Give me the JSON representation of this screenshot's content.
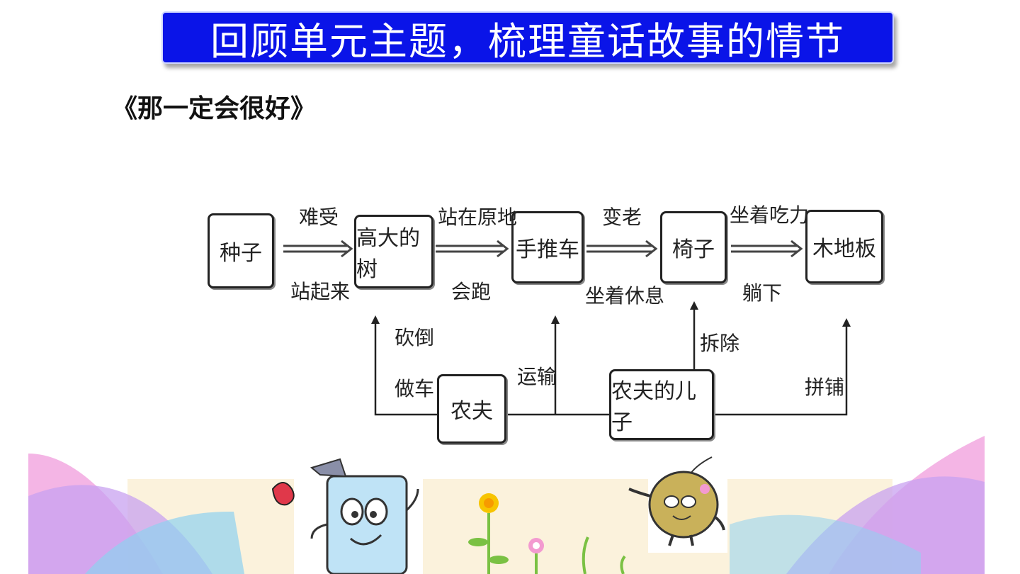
{
  "title": "回顾单元主题，梳理童话故事的情节",
  "subtitle": "《那一定会很好》",
  "diagram": {
    "nodes": {
      "seed": "种子",
      "tree": "高大的树",
      "cart": "手推车",
      "chair": "椅子",
      "floor": "木地板",
      "farmer": "农夫",
      "son": "农夫的儿子"
    },
    "edge_labels": {
      "seed_tree_top": "难受",
      "seed_tree_bottom": "站起来",
      "tree_cart_top": "站在原地",
      "tree_cart_bottom": "会跑",
      "cart_chair_top": "变老",
      "cart_chair_bottom": "坐着休息",
      "chair_floor_top": "坐着吃力",
      "chair_floor_bottom": "躺下",
      "farmer_tree_1": "砍倒",
      "farmer_tree_2": "做车",
      "farmer_cart": "运输",
      "son_chair": "拆除",
      "son_floor": "拼铺"
    }
  }
}
